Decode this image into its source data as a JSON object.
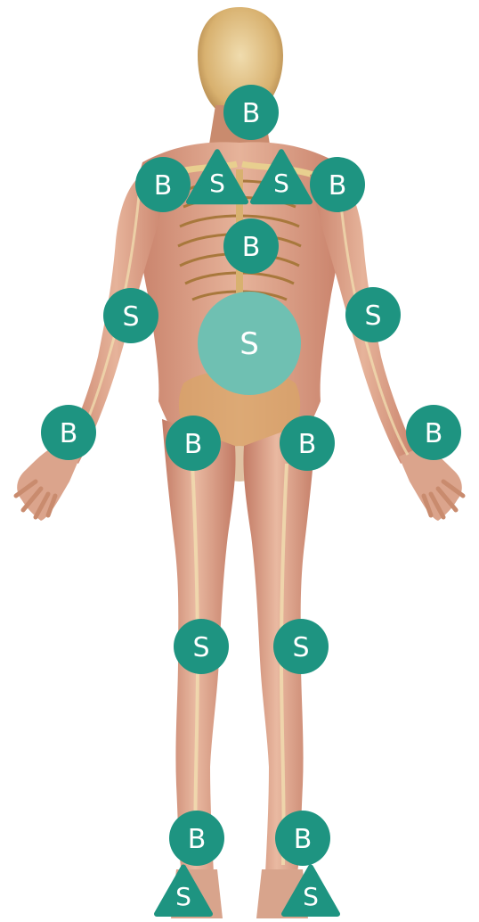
{
  "colors": {
    "marker": "#1e9481",
    "marker_light": "#6fc0b2",
    "marker_text": "#ffffff",
    "skin_light": "#e6b39a",
    "skin_mid": "#d2917a",
    "skin_dark": "#b86a55",
    "bone": "#e8cf8f",
    "bone_dark": "#a8783c",
    "tendon": "#f1dfb0"
  },
  "figure": {
    "subject": "human anatomy front view with musculature and skeleton"
  },
  "markers": [
    {
      "id": "chin",
      "label": "B",
      "shape": "circle",
      "tone": "dark"
    },
    {
      "id": "left-shoulder",
      "label": "B",
      "shape": "circle",
      "tone": "dark"
    },
    {
      "id": "left-clavicle",
      "label": "S",
      "shape": "triangle",
      "tone": "dark"
    },
    {
      "id": "right-clavicle",
      "label": "S",
      "shape": "triangle",
      "tone": "dark"
    },
    {
      "id": "right-shoulder",
      "label": "B",
      "shape": "circle",
      "tone": "dark"
    },
    {
      "id": "sternum",
      "label": "B",
      "shape": "circle",
      "tone": "dark"
    },
    {
      "id": "left-elbow",
      "label": "S",
      "shape": "circle",
      "tone": "dark"
    },
    {
      "id": "right-elbow",
      "label": "S",
      "shape": "circle",
      "tone": "dark"
    },
    {
      "id": "abdomen",
      "label": "S",
      "shape": "circle",
      "tone": "light"
    },
    {
      "id": "left-wrist",
      "label": "B",
      "shape": "circle",
      "tone": "dark"
    },
    {
      "id": "left-hip",
      "label": "B",
      "shape": "circle",
      "tone": "dark"
    },
    {
      "id": "right-hip",
      "label": "B",
      "shape": "circle",
      "tone": "dark"
    },
    {
      "id": "right-wrist",
      "label": "B",
      "shape": "circle",
      "tone": "dark"
    },
    {
      "id": "left-knee",
      "label": "S",
      "shape": "circle",
      "tone": "dark"
    },
    {
      "id": "right-knee",
      "label": "S",
      "shape": "circle",
      "tone": "dark"
    },
    {
      "id": "left-ankle",
      "label": "B",
      "shape": "circle",
      "tone": "dark"
    },
    {
      "id": "right-ankle",
      "label": "B",
      "shape": "circle",
      "tone": "dark"
    },
    {
      "id": "left-foot",
      "label": "S",
      "shape": "triangle",
      "tone": "dark"
    },
    {
      "id": "right-foot",
      "label": "S",
      "shape": "triangle",
      "tone": "dark"
    }
  ]
}
